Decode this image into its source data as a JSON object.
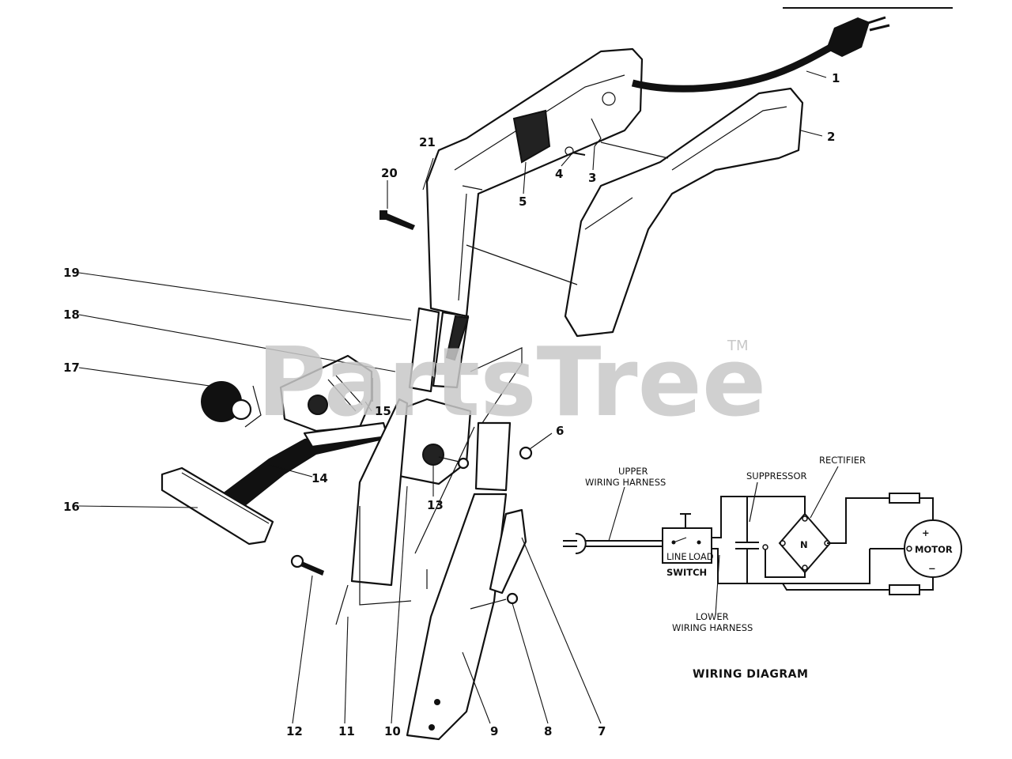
{
  "watermark": {
    "text": "PartsTree",
    "tm": "TM"
  },
  "callouts": [
    "1",
    "2",
    "3",
    "4",
    "5",
    "6",
    "7",
    "8",
    "9",
    "10",
    "11",
    "12",
    "13",
    "14",
    "15",
    "16",
    "17",
    "18",
    "19",
    "20",
    "21"
  ],
  "wiring": {
    "title": "WIRING DIAGRAM",
    "upper_harness_line1": "UPPER",
    "upper_harness_line2": "WIRING HARNESS",
    "lower_harness_line1": "LOWER",
    "lower_harness_line2": "WIRING HARNESS",
    "suppressor": "SUPPRESSOR",
    "rectifier": "RECTIFIER",
    "switch": "SWITCH",
    "line": "LINE",
    "load": "LOAD",
    "motor": "MOTOR",
    "bridge_label": "N",
    "plus": "+",
    "minus": "−"
  }
}
